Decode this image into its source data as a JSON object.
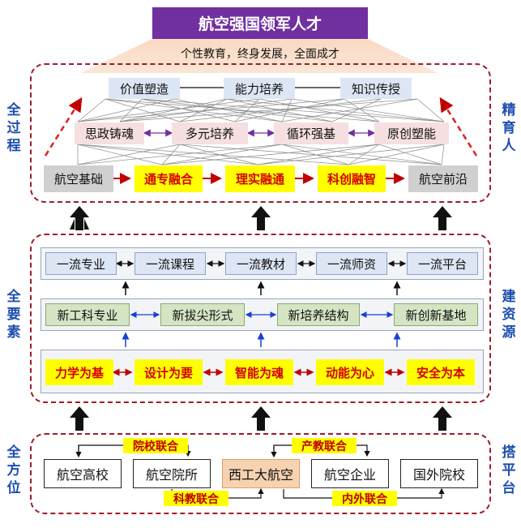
{
  "top": {
    "title": "航空强国领军人才",
    "subtitle": "个性教育，终身发展，全面成才"
  },
  "side_labels": {
    "left_top": "全过程",
    "right_top": "精育人",
    "left_mid": "全要素",
    "right_mid": "建资源",
    "left_bot": "全方位",
    "right_bot": "搭平台"
  },
  "section1": {
    "row1": [
      "价值塑造",
      "能力培养",
      "知识传授"
    ],
    "row2": [
      "思政铸魂",
      "多元培养",
      "循环强基",
      "原创塑能"
    ],
    "row3": [
      "航空基础",
      "通专融合",
      "理实融通",
      "科创融智",
      "航空前沿"
    ]
  },
  "section2": {
    "row1": [
      "一流专业",
      "一流课程",
      "一流教材",
      "一流师资",
      "一流平台"
    ],
    "row2": [
      "新工科专业",
      "新拔尖形式",
      "新培养结构",
      "新创新基地"
    ],
    "row3": [
      "力学为基",
      "设计为要",
      "智能为魂",
      "动能为心",
      "安全为本"
    ]
  },
  "section3": {
    "nodes": [
      "航空高校",
      "航空院所",
      "西工大航空",
      "航空企业",
      "国外院校"
    ],
    "tags": [
      "院校联合",
      "产教联合",
      "科教联合",
      "内外联合"
    ]
  },
  "colors": {
    "title_bg": "#7030a0",
    "dash_border": "#a11a2a",
    "side_text": "#1f4fb0",
    "highlight": "#ffff00",
    "highlight_text": "#d40000",
    "purple_arrow": "#7030a0",
    "red_arrow": "#c00000",
    "blue_arrow": "#1a3fd8"
  }
}
